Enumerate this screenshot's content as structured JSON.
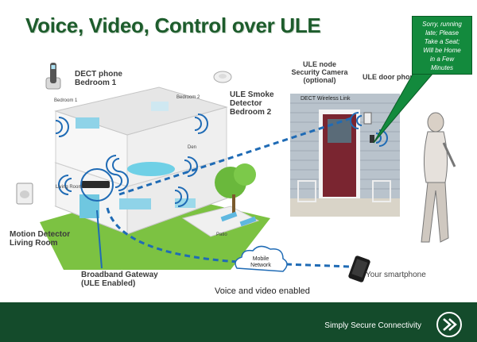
{
  "title": "Voice, Video, Control over ULE",
  "callout": {
    "line1": "Sorry, running",
    "line2": "late; Please",
    "line3": "Take a Seat;",
    "line4": "Will be Home",
    "line5": "in a Few",
    "line6": "Minutes"
  },
  "labels": {
    "dect_phone_1": "DECT phone",
    "dect_phone_2": "Bedroom 1",
    "smoke_1": "ULE Smoke",
    "smoke_2": "Detector",
    "smoke_3": "Bedroom 2",
    "camera_1": "ULE node",
    "camera_2": "Security Camera",
    "camera_3": "(optional)",
    "door_phone": "ULE door phone",
    "dect_link": "DECT Wireless Link",
    "motion_1": "Motion Detector",
    "motion_2": "Living Room",
    "gateway_1": "Broadband Gateway",
    "gateway_2": "(ULE Enabled)",
    "mobile_1": "Mobile",
    "mobile_2": "Network",
    "smartphone": "Your smartphone",
    "voice_video": "Voice and video enabled"
  },
  "rooms": {
    "bedroom1": "Bedroom 1",
    "bedroom2": "Bedroom 2",
    "den": "Den",
    "living": "Living Room",
    "patio": "Patio"
  },
  "footer": "Simply Secure Connectivity",
  "colors": {
    "brand_green": "#144b2b",
    "title_green": "#1d5c2c",
    "callout_green": "#138a3d",
    "link_blue": "#1f6bb5"
  }
}
